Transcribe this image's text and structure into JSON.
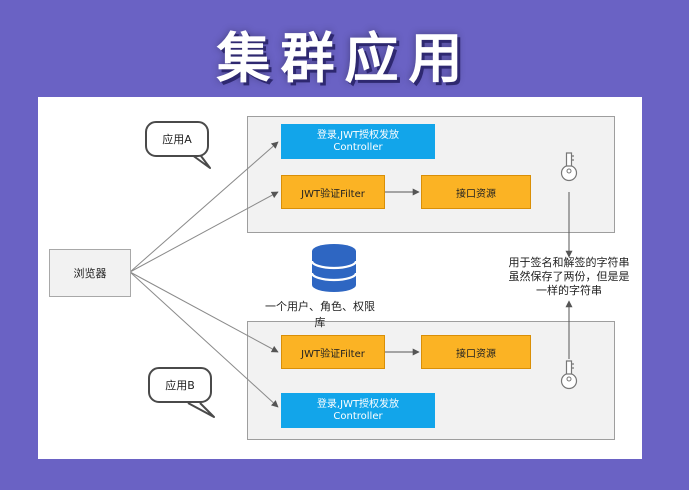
{
  "title": "集群应用",
  "browser": {
    "label": "浏览器"
  },
  "cluster_a": {
    "app_label": "应用A",
    "login_line1": "登录,JWT授权发放",
    "login_line2": "Controller",
    "filter": "JWT验证Filter",
    "resource": "接口资源"
  },
  "cluster_b": {
    "app_label": "应用B",
    "login_line1": "登录,JWT授权发放",
    "login_line2": "Controller",
    "filter": "JWT验证Filter",
    "resource": "接口资源"
  },
  "database": {
    "label": "一个用户、角色、权限库"
  },
  "key_note": {
    "line1": "用于签名和解签的字符串",
    "line2": "虽然保存了两份，但是是",
    "line3": "一样的字符串"
  },
  "colors": {
    "background": "#6a62c4",
    "blue_box": "#12a5ea",
    "orange_box": "#fbb324",
    "database": "#2e66c2"
  },
  "icons": [
    "database-icon",
    "key-icon"
  ]
}
